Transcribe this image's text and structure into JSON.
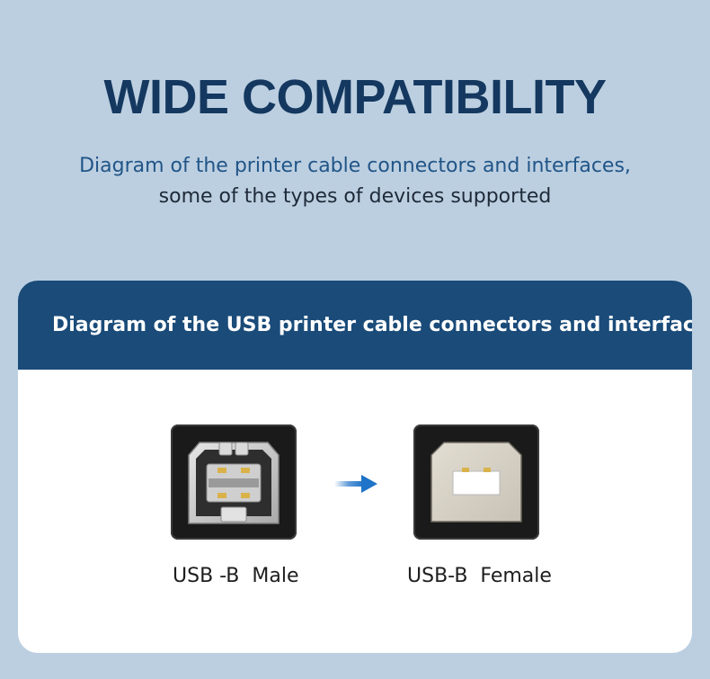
{
  "headline": "WIDE COMPATIBILITY",
  "subtitle": {
    "line1": "Diagram of the printer cable connectors and interfaces,",
    "line2": "some of the types of devices supported"
  },
  "card": {
    "header": "Diagram of the USB printer cable connectors and interfaces,",
    "connectors": [
      {
        "label": "USB -B  Male",
        "icon": "usb-b-male-connector-icon"
      },
      {
        "label": "USB-B  Female",
        "icon": "usb-b-female-port-icon"
      }
    ],
    "arrow_icon": "arrow-right-icon"
  },
  "colors": {
    "background": "#bccfe1",
    "headline": "#14385f",
    "header_bar": "#1a4b79",
    "arrow": "#1f73c8"
  }
}
